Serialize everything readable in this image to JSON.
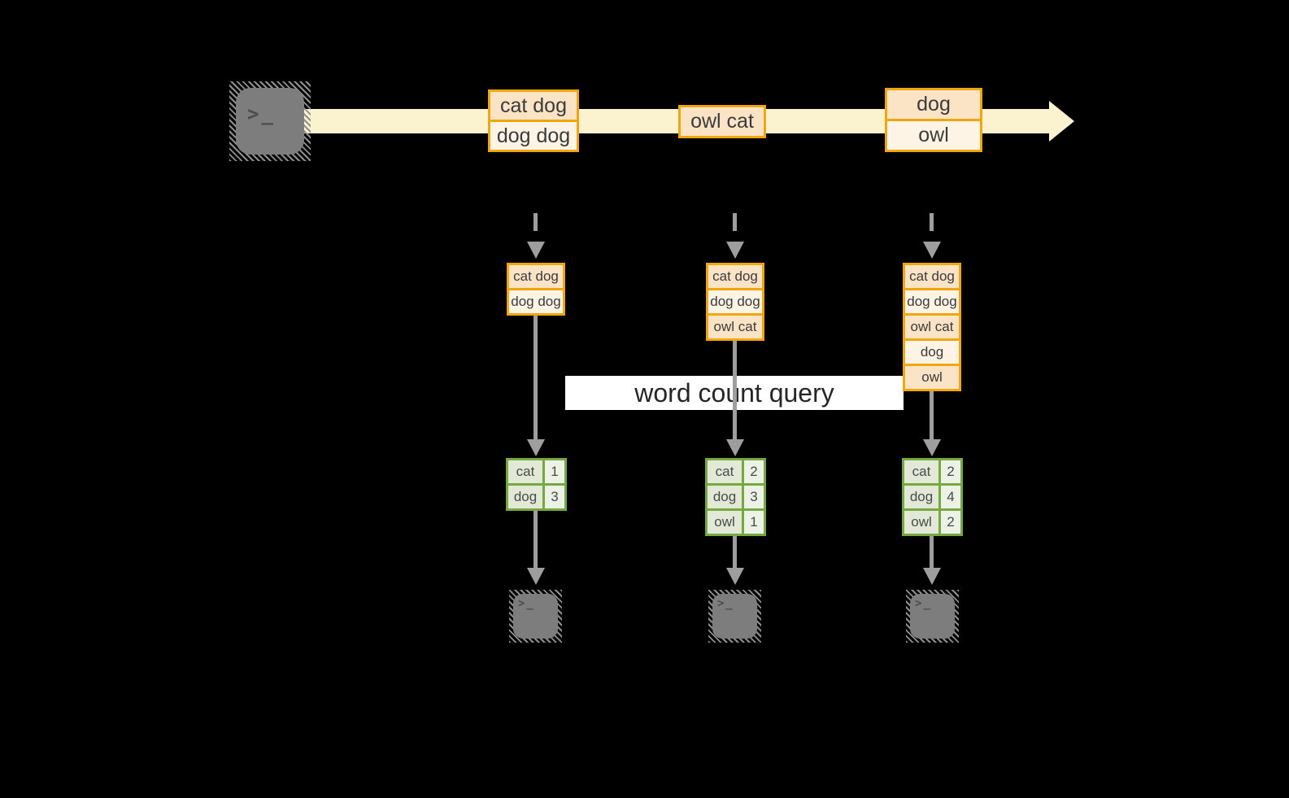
{
  "colors": {
    "background": "#000000",
    "stream_band": "#FBF2CF",
    "orange_border": "#F2A60D",
    "peach_fill": "#FBE3C6",
    "cream_fill": "#FDF4E5",
    "arrow_gray": "#9E9E9E",
    "terminal_gray": "#7D7D7D",
    "banner_background": "#FFFFFF",
    "green_border": "#76A93F",
    "green_word_cell": "#E2EAD7",
    "green_count_cell": "#EDF2E6"
  },
  "labels": {
    "query": "word count query",
    "terminal_prompt": ">_"
  },
  "stream_events": [
    {
      "rows": [
        "cat dog",
        "dog dog"
      ]
    },
    {
      "rows": [
        "owl cat"
      ]
    },
    {
      "rows": [
        "dog",
        "owl"
      ]
    }
  ],
  "columns": [
    {
      "state_rows": [
        "cat dog",
        "dog dog"
      ],
      "counts": [
        {
          "word": "cat",
          "count": "1"
        },
        {
          "word": "dog",
          "count": "3"
        }
      ]
    },
    {
      "state_rows": [
        "cat dog",
        "dog dog",
        "owl cat"
      ],
      "counts": [
        {
          "word": "cat",
          "count": "2"
        },
        {
          "word": "dog",
          "count": "3"
        },
        {
          "word": "owl",
          "count": "1"
        }
      ]
    },
    {
      "state_rows": [
        "cat dog",
        "dog dog",
        "owl cat",
        "dog",
        "owl"
      ],
      "counts": [
        {
          "word": "cat",
          "count": "2"
        },
        {
          "word": "dog",
          "count": "4"
        },
        {
          "word": "owl",
          "count": "2"
        }
      ]
    }
  ]
}
